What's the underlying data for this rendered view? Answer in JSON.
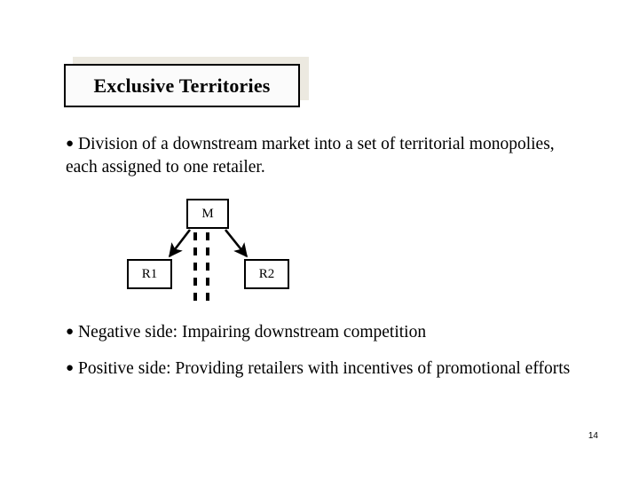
{
  "slide": {
    "title": "Exclusive Territories",
    "page_number": "14",
    "background_color": "#ffffff",
    "title_box": {
      "fill_color": "#fbfbfb",
      "border_color": "#000000",
      "shadow_color": "#ece9e0"
    },
    "bullets": [
      {
        "marker": "●",
        "text": "Division of a downstream market into a set of territorial monopolies, each assigned to one retailer."
      },
      {
        "marker": "●",
        "text": "Negative side:  Impairing downstream competition"
      },
      {
        "marker": "●",
        "text": "Positive side:  Providing retailers with incentives of promotional efforts"
      }
    ],
    "diagram": {
      "nodes": [
        {
          "id": "m",
          "label": "M"
        },
        {
          "id": "r1",
          "label": "R1"
        },
        {
          "id": "r2",
          "label": "R2"
        }
      ],
      "edges": [
        {
          "from": "M",
          "to": "R1",
          "style": "solid-arrow"
        },
        {
          "from": "M",
          "to": "R2",
          "style": "solid-arrow"
        }
      ],
      "divider": {
        "style": "double-dashed-vertical",
        "meaning": "territory boundary"
      },
      "line_color": "#000000"
    }
  }
}
